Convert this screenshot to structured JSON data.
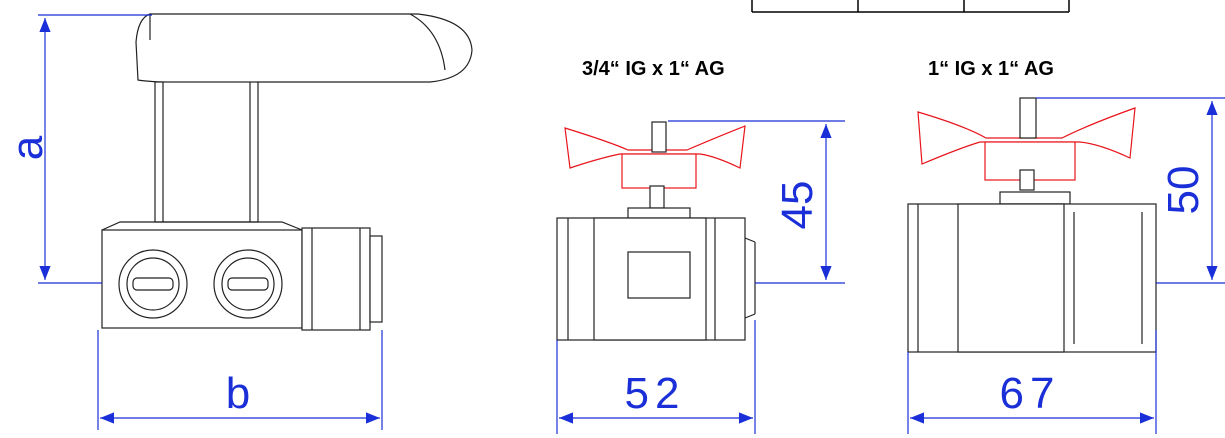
{
  "captions": {
    "left_valve": "3/4“ IG x 1“ AG",
    "right_valve": "1“ IG x 1“ AG"
  },
  "dimensions": {
    "a": "a",
    "b": "b",
    "left_height": "45",
    "left_width": "52",
    "right_height": "50",
    "right_width": "67"
  },
  "colors": {
    "dimension": "#1a2fd8",
    "outline": "#000000",
    "handle": "#e8141b"
  }
}
